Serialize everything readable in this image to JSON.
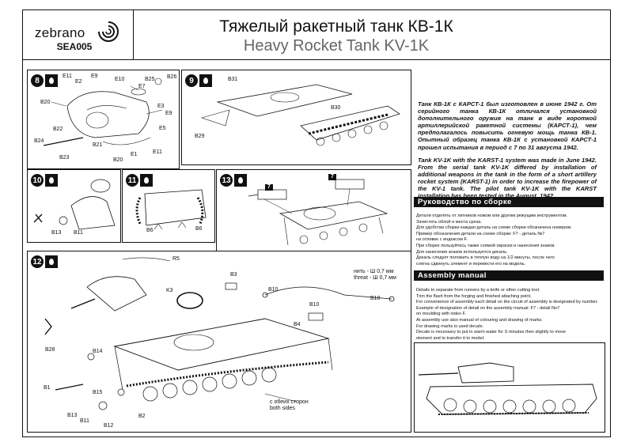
{
  "brand": {
    "name": "zebrano",
    "code": "SEA005"
  },
  "titles": {
    "ru": "Тяжелый ракетный танк КВ-1К",
    "en": "Heavy Rocket Tank KV-1K"
  },
  "steps": {
    "s8": {
      "num": "8",
      "labels": [
        "E11",
        "E9",
        "E2",
        "E10",
        "E7",
        "B26",
        "B25",
        "B20",
        "E3",
        "E9",
        "B22",
        "E5",
        "B24",
        "B21",
        "E1",
        "E11",
        "B23",
        "B20"
      ]
    },
    "s9": {
      "num": "9",
      "labels": [
        "B31",
        "B30",
        "B29"
      ]
    },
    "s10": {
      "num": "10",
      "labels": [
        "B13",
        "B11"
      ]
    },
    "s11": {
      "num": "11",
      "labels": [
        "B6",
        "B6"
      ]
    },
    "s13": {
      "num": "13",
      "labels": [
        "7",
        "7"
      ]
    },
    "s12": {
      "num": "12",
      "labels": [
        "R5",
        "B3",
        "K3",
        "B10",
        "B10",
        "B10",
        "B4",
        "B28",
        "B14",
        "B1",
        "B15",
        "B13",
        "B11",
        "B12",
        "B2"
      ],
      "thread_note": "нить - Ш 0,7 мм",
      "thread_note_en": "threat - Ш 0,7 мм",
      "both_sides": "с обеих сторон",
      "both_sides_en": "both sides"
    }
  },
  "history": {
    "ru": "Танк КВ-1К с КАРСТ-1 был изготовлен в июне 1942 г. От серийного танка КВ-1К отличался установкой дополнительного оружия на танк в виде короткой артиллерийской ракетной системы (КАРСТ-1), чем предполагалось повысить огневую мощь танка КВ-1. Опытный образец танка КВ-1К с установкой КАРСТ-1 прошел испытания в период с 7 по 31 августа 1942.",
    "en": "Tank KV-1K with the KARST-1 system was made in June 1942. From the serial tank KV-1K differed by installation of additional weapons in the tank in the form of a short artillery rocket system (KARST-1) in order to increase the firepower of the KV-1 tank. The pilot tank KV-1K with the KARST installation has been tested in the August, 1942."
  },
  "guide_ru": {
    "heading": "Руководство по сборке",
    "lines": [
      "Детали отделять от литников ножом или другим режущим инструментом.",
      "Зачистить облой и места среза.",
      "Для удобства сборки каждая деталь на схеме сборки обозначена номером.",
      "Пример обозначения детали на схеме сборки: F7 - деталь №7",
      "на отливке с индексом F.",
      "При сборке пользуйтесь также схемой окраски и нанесения знаков.",
      "Для нанесения знаков используется декаль.",
      "Декаль следует положить в теплую воду на 1/2 минуты, после чего",
      "слегка сдвинуть элемент и перевести его на модель."
    ]
  },
  "guide_en": {
    "heading": "Assembly manual",
    "lines": [
      "Details to separate from runners by a knife or other cutting tool.",
      "Trim the flash from the forging and finished attaching point.",
      "For convenience of assembly each detail on the circuit of assembly is designated by number.",
      "Example of designation of detail on the assembly manual: F7 - detail No7",
      "on moulding with index F.",
      "At assembly use also manual of colouring and drawing of marks.",
      "For drawing marks is used decale.",
      "Decale is necessary to put in warm water for S minutes then slightly to move",
      "element and to transfer it to model."
    ]
  }
}
